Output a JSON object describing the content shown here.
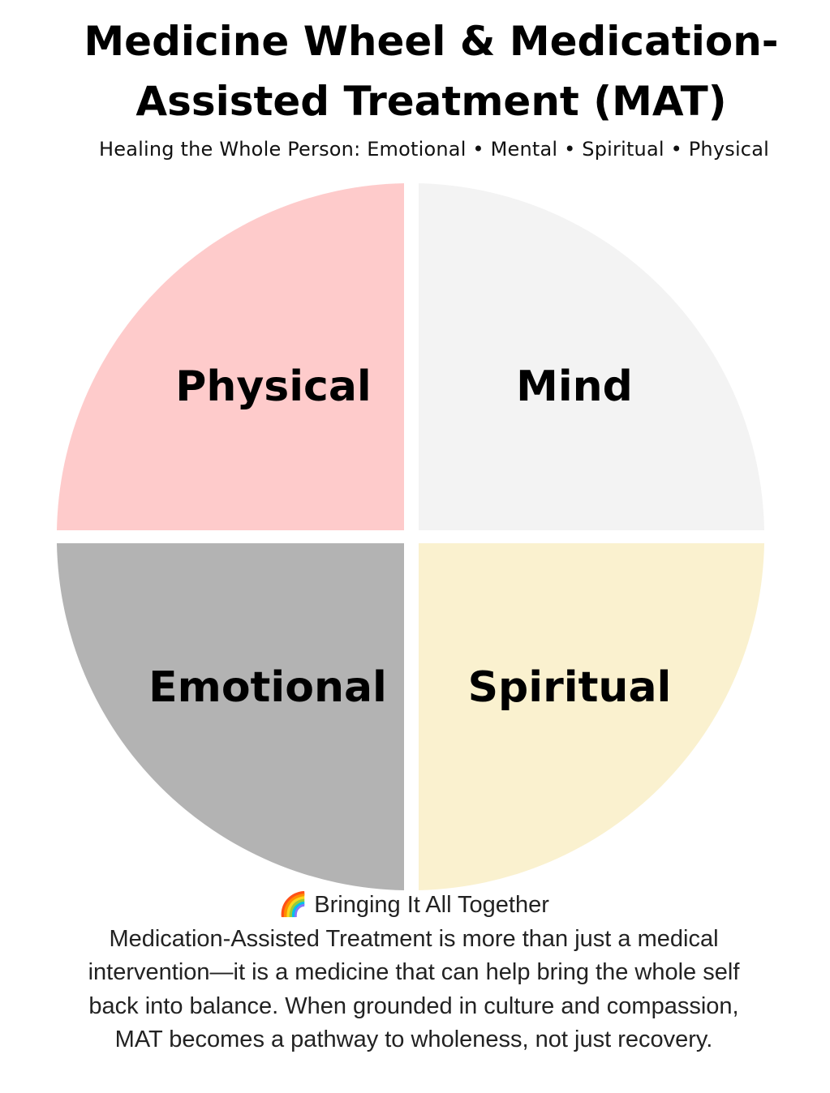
{
  "title": {
    "line1": "Medicine Wheel & Medication-",
    "line2": "Assisted Treatment (MAT)"
  },
  "subtitle": "Healing the Whole Person: Emotional • Mental • Spiritual • Physical",
  "wheel": {
    "quadrants": [
      {
        "label": "Physical",
        "color": "#fecbcb"
      },
      {
        "label": "Mind",
        "color": "#f3f3f3"
      },
      {
        "label": "Emotional",
        "color": "#b3b3b3"
      },
      {
        "label": "Spiritual",
        "color": "#faf1cf"
      }
    ]
  },
  "summary": {
    "icon": "rainbow-icon",
    "icon_glyph": "🌈",
    "heading": "Bringing It All Together",
    "lines": [
      "Medication-Assisted Treatment is more than just a medical",
      "intervention—it is a medicine that can help bring the whole self",
      "back into balance. When grounded in culture and compassion,",
      "MAT becomes a pathway to wholeness, not just recovery."
    ]
  }
}
